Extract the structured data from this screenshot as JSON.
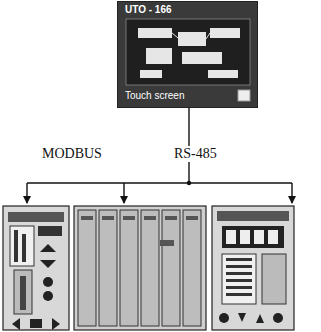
{
  "diagram": {
    "nodes": [
      {
        "text": [
          "UTO - 166",
          "Touch screen"
        ]
      }
    ],
    "labels": [
      "MODBUS",
      "RS-485"
    ]
  }
}
